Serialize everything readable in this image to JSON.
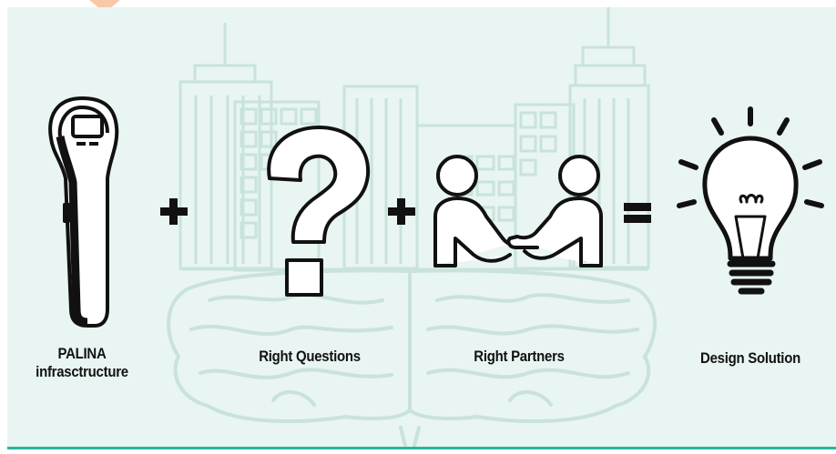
{
  "labels": {
    "device_line1": "PALINA",
    "device_line2": "infrasctructure",
    "questions": "Right Questions",
    "partners": "Right Partners",
    "solution": "Design Solution"
  },
  "operators": {
    "plus1": "+",
    "plus2": "+",
    "equals": "="
  },
  "colors": {
    "background_panel": "#e8f5f2",
    "accent_line": "#2bb3a0",
    "city_outline": "#c9e2dc",
    "brain_outline": "#c9e2dc",
    "icon_stroke": "#111111",
    "corner_marker": "#f7c9a8"
  },
  "icons": [
    "handheld-device-icon",
    "question-mark-icon",
    "handshake-icon",
    "lightbulb-icon",
    "city-skyline",
    "brain-illustration"
  ]
}
